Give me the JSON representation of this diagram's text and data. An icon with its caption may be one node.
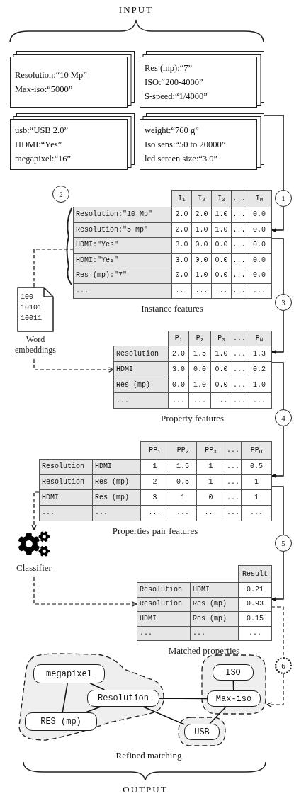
{
  "diagram": {
    "nodes": [
      {
        "text": [
          "Resolution:“10 Mp”",
          "Max-iso:“5000”"
        ]
      },
      {
        "text": [
          "Res (mp):“7”",
          "ISO:“200-4000”",
          "S-speed:“1/4000”"
        ]
      },
      {
        "text": [
          "usb:“USB 2.0”",
          "HDMI:“Yes”",
          "megapixel:“16”"
        ]
      },
      {
        "text": [
          "weight:“760 g”",
          "Iso sens:“50 to 20000”",
          "lcd screen size:“3.0”"
        ]
      },
      {
        "text": [
          "1"
        ]
      },
      {
        "text": [
          "2"
        ]
      },
      {
        "text": [
          "Instance features"
        ]
      },
      {
        "text": [
          "100",
          "10101",
          "10011",
          "Word embeddings"
        ]
      },
      {
        "text": [
          "3"
        ]
      },
      {
        "text": [
          "Property features"
        ]
      },
      {
        "text": [
          "4"
        ]
      },
      {
        "text": [
          "Properties pair features"
        ]
      },
      {
        "text": [
          "Classifier"
        ]
      },
      {
        "text": [
          "5"
        ]
      },
      {
        "text": [
          "Matched properties"
        ]
      },
      {
        "text": [
          "6"
        ]
      },
      {
        "text": [],
        "shape": "cloud"
      },
      {
        "text": [
          "megapixel"
        ],
        "in": 16
      },
      {
        "text": [
          "Resolution"
        ],
        "in": 16
      },
      {
        "text": [
          "RES (mp)"
        ],
        "in": 16
      },
      {
        "text": [],
        "shape": "cloud"
      },
      {
        "text": [
          "ISO"
        ],
        "in": 20
      },
      {
        "text": [
          "Max-iso"
        ],
        "in": 20
      },
      {
        "text": [],
        "shape": "cloud"
      },
      {
        "text": [
          "USB"
        ],
        "in": 23
      }
    ],
    "edges": [
      {
        "from": 3,
        "to": 4,
        "arrow": "none"
      },
      {
        "from": 4,
        "to": 6,
        "arrow": "to"
      },
      {
        "from": 6,
        "to": 8,
        "arrow": "none"
      },
      {
        "from": 8,
        "to": 9,
        "arrow": "to"
      },
      {
        "from": 9,
        "to": 10,
        "arrow": "none"
      },
      {
        "from": 10,
        "to": 11,
        "arrow": "to"
      },
      {
        "from": 11,
        "to": 13,
        "arrow": "none"
      },
      {
        "from": 13,
        "to": 14,
        "arrow": "to"
      },
      {
        "from": 14,
        "to": 15,
        "arrow": "none",
        "style": "dashed"
      },
      {
        "from": 15,
        "to": 20,
        "arrow": "to",
        "style": "dashed"
      },
      {
        "from": 7,
        "to": 6,
        "arrow": "none",
        "style": "dashed"
      },
      {
        "from": 7,
        "to": 9,
        "arrow": "to",
        "style": "dashed"
      },
      {
        "from": 11,
        "to": 12,
        "arrow": "to",
        "style": "dashed"
      },
      {
        "from": 12,
        "to": 14,
        "arrow": "to",
        "style": "dashed"
      },
      {
        "from": 17,
        "to": 18,
        "arrow": "none"
      },
      {
        "from": 17,
        "to": 19,
        "arrow": "none"
      },
      {
        "from": 18,
        "to": 19,
        "arrow": "none"
      },
      {
        "from": 18,
        "to": 22,
        "arrow": "none"
      },
      {
        "from": 18,
        "to": 24,
        "arrow": "none"
      },
      {
        "from": 21,
        "to": 22,
        "arrow": "none"
      },
      {
        "from": 22,
        "to": 24,
        "arrow": "none"
      }
    ],
    "labels": [
      "INPUT",
      "I$_{1}$",
      "I$_{2}$",
      "I$_{3}$",
      "...",
      "I$_{M}$",
      "Resolution:\"10 Mp\"",
      "2.0",
      "2.0",
      "1.0",
      "...",
      "0.0",
      "Resolution:\"5 Mp\"",
      "2.0",
      "1.0",
      "1.0",
      "...",
      "0.0",
      "HDMI:\"Yes\"",
      "3.0",
      "0.0",
      "0.0",
      "...",
      "0.0",
      "HDMI:\"Yes\"",
      "3.0",
      "0.0",
      "0.0",
      "...",
      "0.0",
      "Res (mp):\"7\"",
      "0.0",
      "1.0",
      "0.0",
      "...",
      "0.0",
      "...",
      "...",
      "...",
      "...",
      "...",
      "...",
      "P$_{1}$",
      "P$_{2}$",
      "P$_{3}$",
      "...",
      "P$_{N}$",
      "Resolution",
      "2.0",
      "1.5",
      "1.0",
      "...",
      "1.3",
      "HDMI",
      "3.0",
      "0.0",
      "0.0",
      "...",
      "0.2",
      "Res (mp)",
      "0.0",
      "1.0",
      "0.0",
      "...",
      "1.0",
      "...",
      "...",
      "...",
      "...",
      "...",
      "...",
      "PP$_{1}$",
      "PP$_{2}$",
      "PP$_{3}$",
      "...",
      "PP$_{O}$",
      "Resolution",
      "HDMI",
      "1",
      "1.5",
      "1",
      "...",
      "0.5",
      "Resolution",
      "Res (mp)",
      "2",
      "0.5",
      "1",
      "...",
      "1",
      "HDMI",
      "Res (mp)",
      "3",
      "1",
      "0",
      "...",
      "1",
      "...",
      "...",
      "...",
      "...",
      "...",
      "...",
      "...",
      "Result",
      "Resolution",
      "HDMI",
      "0.21",
      "Resolution",
      "Res (mp)",
      "0.93",
      "HDMI",
      "Res (mp)",
      "0.15",
      "...",
      "...",
      "...",
      "Refined matching",
      "OUTPUT"
    ]
  }
}
